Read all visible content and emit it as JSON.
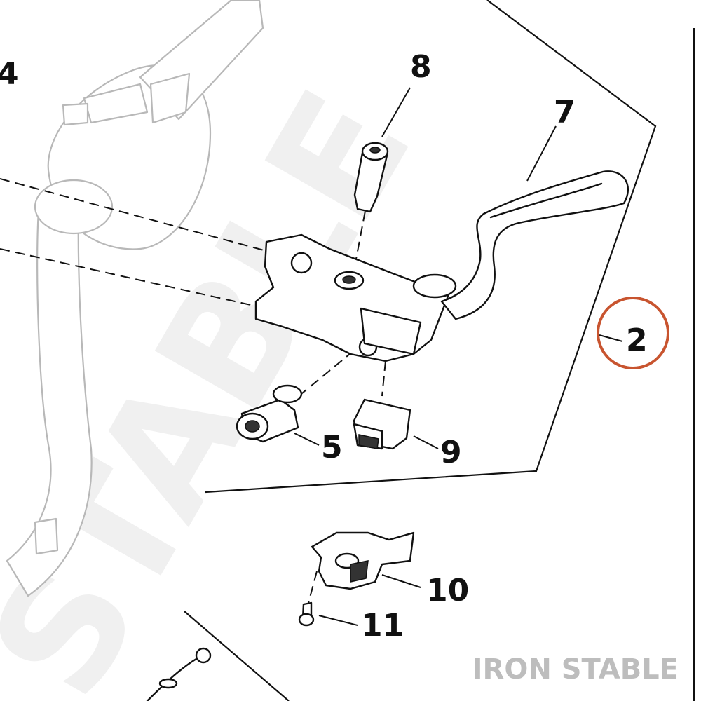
{
  "watermark": "STABLE",
  "brand": "IRON STABLE",
  "highlight_color": "#c8542f",
  "callouts": [
    {
      "id": "4",
      "label": "4"
    },
    {
      "id": "8",
      "label": "8"
    },
    {
      "id": "7",
      "label": "7"
    },
    {
      "id": "2",
      "label": "2"
    },
    {
      "id": "5",
      "label": "5"
    },
    {
      "id": "9",
      "label": "9"
    },
    {
      "id": "10",
      "label": "10"
    },
    {
      "id": "11",
      "label": "11"
    }
  ]
}
